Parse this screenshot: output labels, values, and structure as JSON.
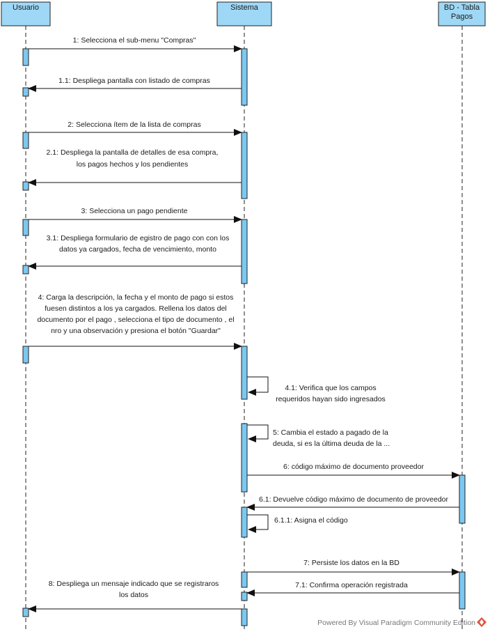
{
  "participants": [
    {
      "id": "usuario",
      "name": "Usuario"
    },
    {
      "id": "sistema",
      "name": "Sistema"
    },
    {
      "id": "bd",
      "name": [
        "BD - Tabla",
        "Pagos"
      ]
    }
  ],
  "messages": [
    {
      "id": "m1",
      "text": [
        "1: Selecciona el sub-menu \"Compras\""
      ]
    },
    {
      "id": "m11",
      "text": [
        "1.1: Despliega pantalla con listado de compras"
      ]
    },
    {
      "id": "m2",
      "text": [
        "2: Selecciona ítem de la lista de compras"
      ]
    },
    {
      "id": "m21",
      "text": [
        "2.1: Despliega la pantalla de detalles de esa compra,",
        "los pagos hechos y los pendientes"
      ]
    },
    {
      "id": "m3",
      "text": [
        "3: Selecciona un pago pendiente"
      ]
    },
    {
      "id": "m31",
      "text": [
        "3.1: Despliega formulario de egistro de pago con con los",
        "datos ya cargados, fecha de vencimiento, monto"
      ]
    },
    {
      "id": "m4",
      "text": [
        "4: Carga la descripción, la fecha y el monto de pago si estos",
        "fuesen distintos a los ya cargados. Rellena los datos del",
        "documento por el pago , selecciona el tipo de documento , el",
        "nro y una observación y presiona el botón \"Guardar\""
      ]
    },
    {
      "id": "m41",
      "text": [
        "4.1: Verifica que los campos",
        "requeridos hayan sido ingresados"
      ]
    },
    {
      "id": "m5",
      "text": [
        "5: Cambia el estado a pagado de la",
        "deuda, si es la última deuda de la ..."
      ]
    },
    {
      "id": "m6",
      "text": [
        "6: código máximo de documento proveedor"
      ]
    },
    {
      "id": "m61",
      "text": [
        "6.1: Devuelve código máximo de documento de proveedor"
      ]
    },
    {
      "id": "m611",
      "text": [
        "6.1.1: Asigna el código"
      ]
    },
    {
      "id": "m7",
      "text": [
        "7: Persiste los datos en la BD"
      ]
    },
    {
      "id": "m71",
      "text": [
        "7.1: Confirma operación registrada"
      ]
    },
    {
      "id": "m8",
      "text": [
        "8: Despliega un mensaje indicado que se registraros",
        "los datos"
      ]
    }
  ],
  "footer": "Powered By  Visual Paradigm Community Edition",
  "colors": {
    "header_fill": "#9ed8f6",
    "activation_fill": "#7cc8f0",
    "stroke": "#222222",
    "logo": "#e0523c"
  }
}
